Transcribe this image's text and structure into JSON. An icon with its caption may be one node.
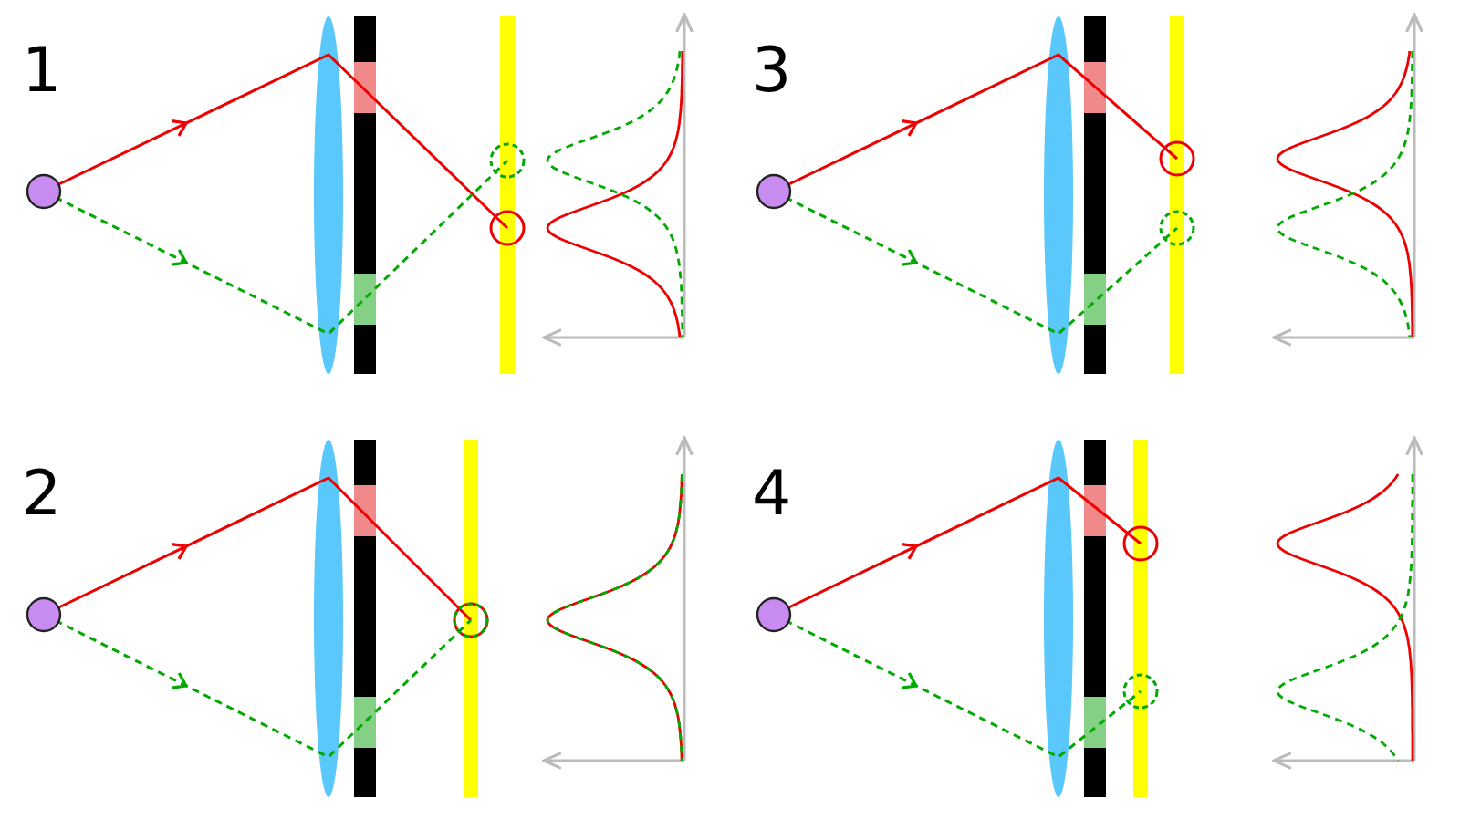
{
  "diagram": {
    "labels": [
      "1",
      "3",
      "2",
      "4"
    ]
  }
}
